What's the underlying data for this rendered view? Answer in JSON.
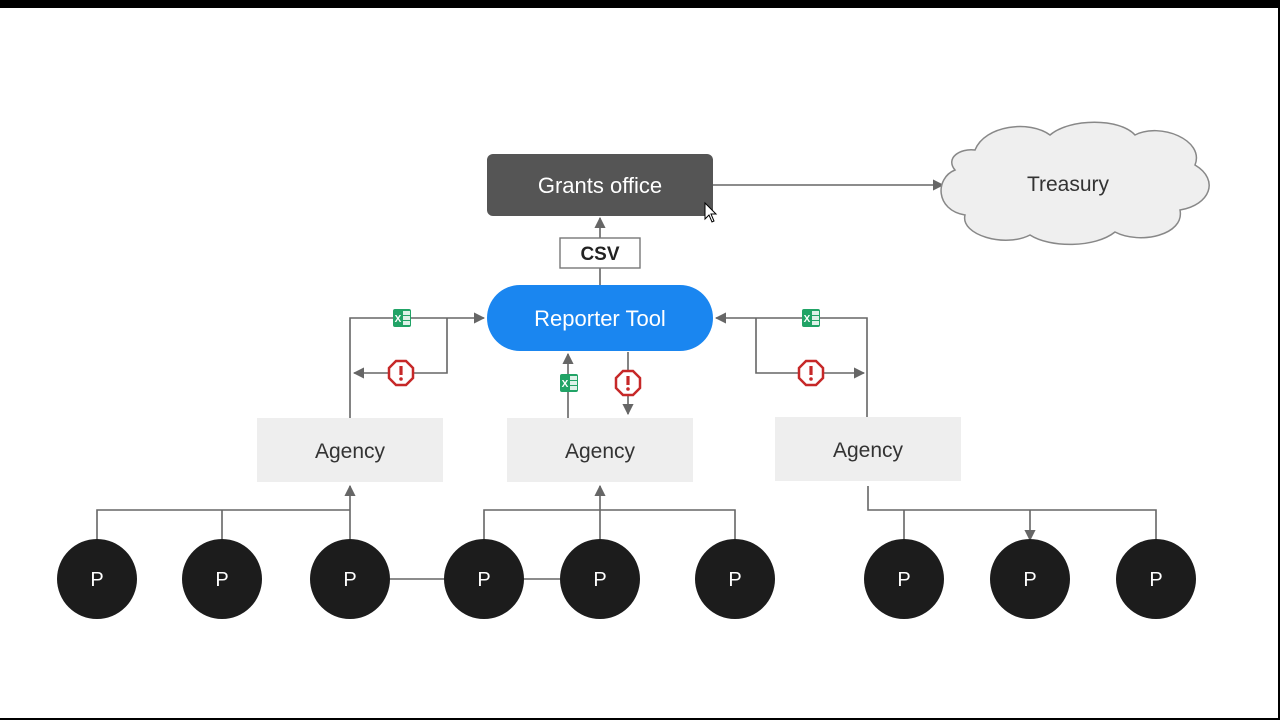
{
  "colors": {
    "grants_office": "#555555",
    "reporter_tool": "#1a86f0",
    "agency": "#eeeeee",
    "person": "#1c1c1c",
    "line": "#666666",
    "excel": "#21a366",
    "error": "#c62828",
    "cloud": "#efefef"
  },
  "nodes": {
    "grants_office": {
      "label": "Grants office"
    },
    "treasury": {
      "label": "Treasury"
    },
    "csv": {
      "label": "CSV"
    },
    "reporter_tool": {
      "label": "Reporter Tool"
    },
    "agencies": [
      {
        "label": "Agency"
      },
      {
        "label": "Agency"
      },
      {
        "label": "Agency"
      }
    ],
    "persons": [
      {
        "label": "P"
      },
      {
        "label": "P"
      },
      {
        "label": "P"
      },
      {
        "label": "P"
      },
      {
        "label": "P"
      },
      {
        "label": "P"
      },
      {
        "label": "P"
      },
      {
        "label": "P"
      },
      {
        "label": "P"
      }
    ]
  },
  "icons": {
    "excel": "spreadsheet-icon",
    "error": "error-octagon-icon",
    "cursor": "mouse-cursor-icon"
  }
}
